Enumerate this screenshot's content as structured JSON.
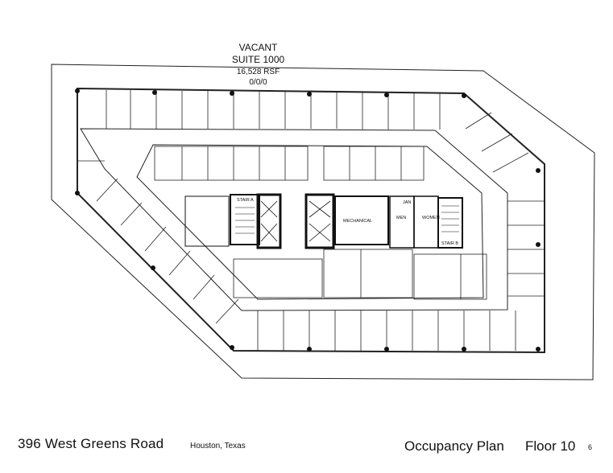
{
  "header": {
    "status": "VACANT",
    "suite": "SUITE 1000",
    "area": "16,528 RSF",
    "code": "0/0/0"
  },
  "plan_labels": {
    "stair_a": "STAIR A",
    "stair_b": "STAIR B",
    "mechanical": "MECHANICAL",
    "men": "MEN",
    "women": "WOMEN",
    "jan": "JAN"
  },
  "footer": {
    "address": "396 West Greens Road",
    "city": "Houston, Texas",
    "title": "Occupancy Plan",
    "floor": "Floor  10",
    "page_mark": "6"
  }
}
